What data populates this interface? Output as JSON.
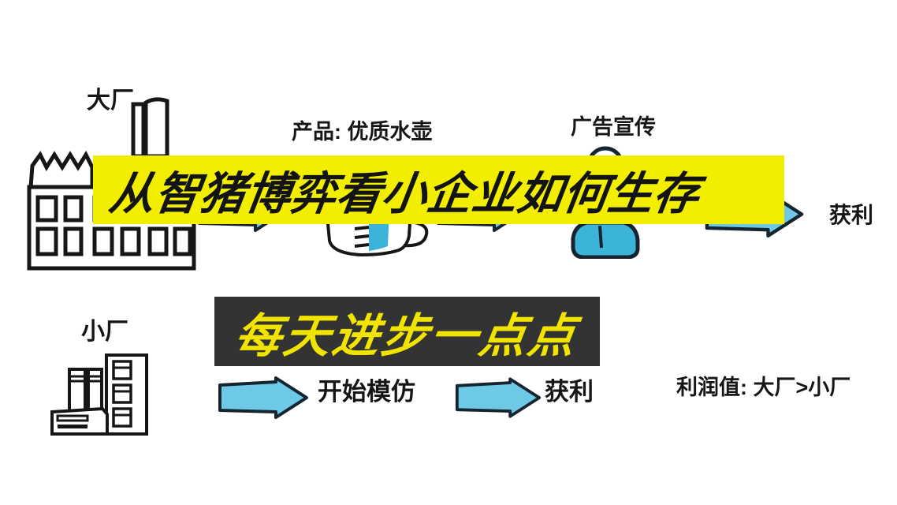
{
  "page": {
    "background": "#ffffff"
  },
  "colors": {
    "banner_yellow": "#f1ee00",
    "banner_text_dark": "#131313",
    "dark_banner_bg": "#333333",
    "dark_banner_text": "#f0e400",
    "arrow_fill": "#6ec9e6",
    "outline_ink": "#15242e",
    "illustration_blue": "#3cb4da",
    "text_ink": "#161616"
  },
  "banners": {
    "main_title": "从智猪博弈看小企业如何生存",
    "subtitle": "每天进步一点点"
  },
  "factories": {
    "big_label": "大厂",
    "small_label": "小厂"
  },
  "top_flow": {
    "product": "产品: 优质水壶",
    "advertising": "广告宣传",
    "profit": "获利"
  },
  "bottom_flow": {
    "imitate": "开始模仿",
    "profit": "获利",
    "profit_compare": "利润值: 大厂>小厂"
  }
}
